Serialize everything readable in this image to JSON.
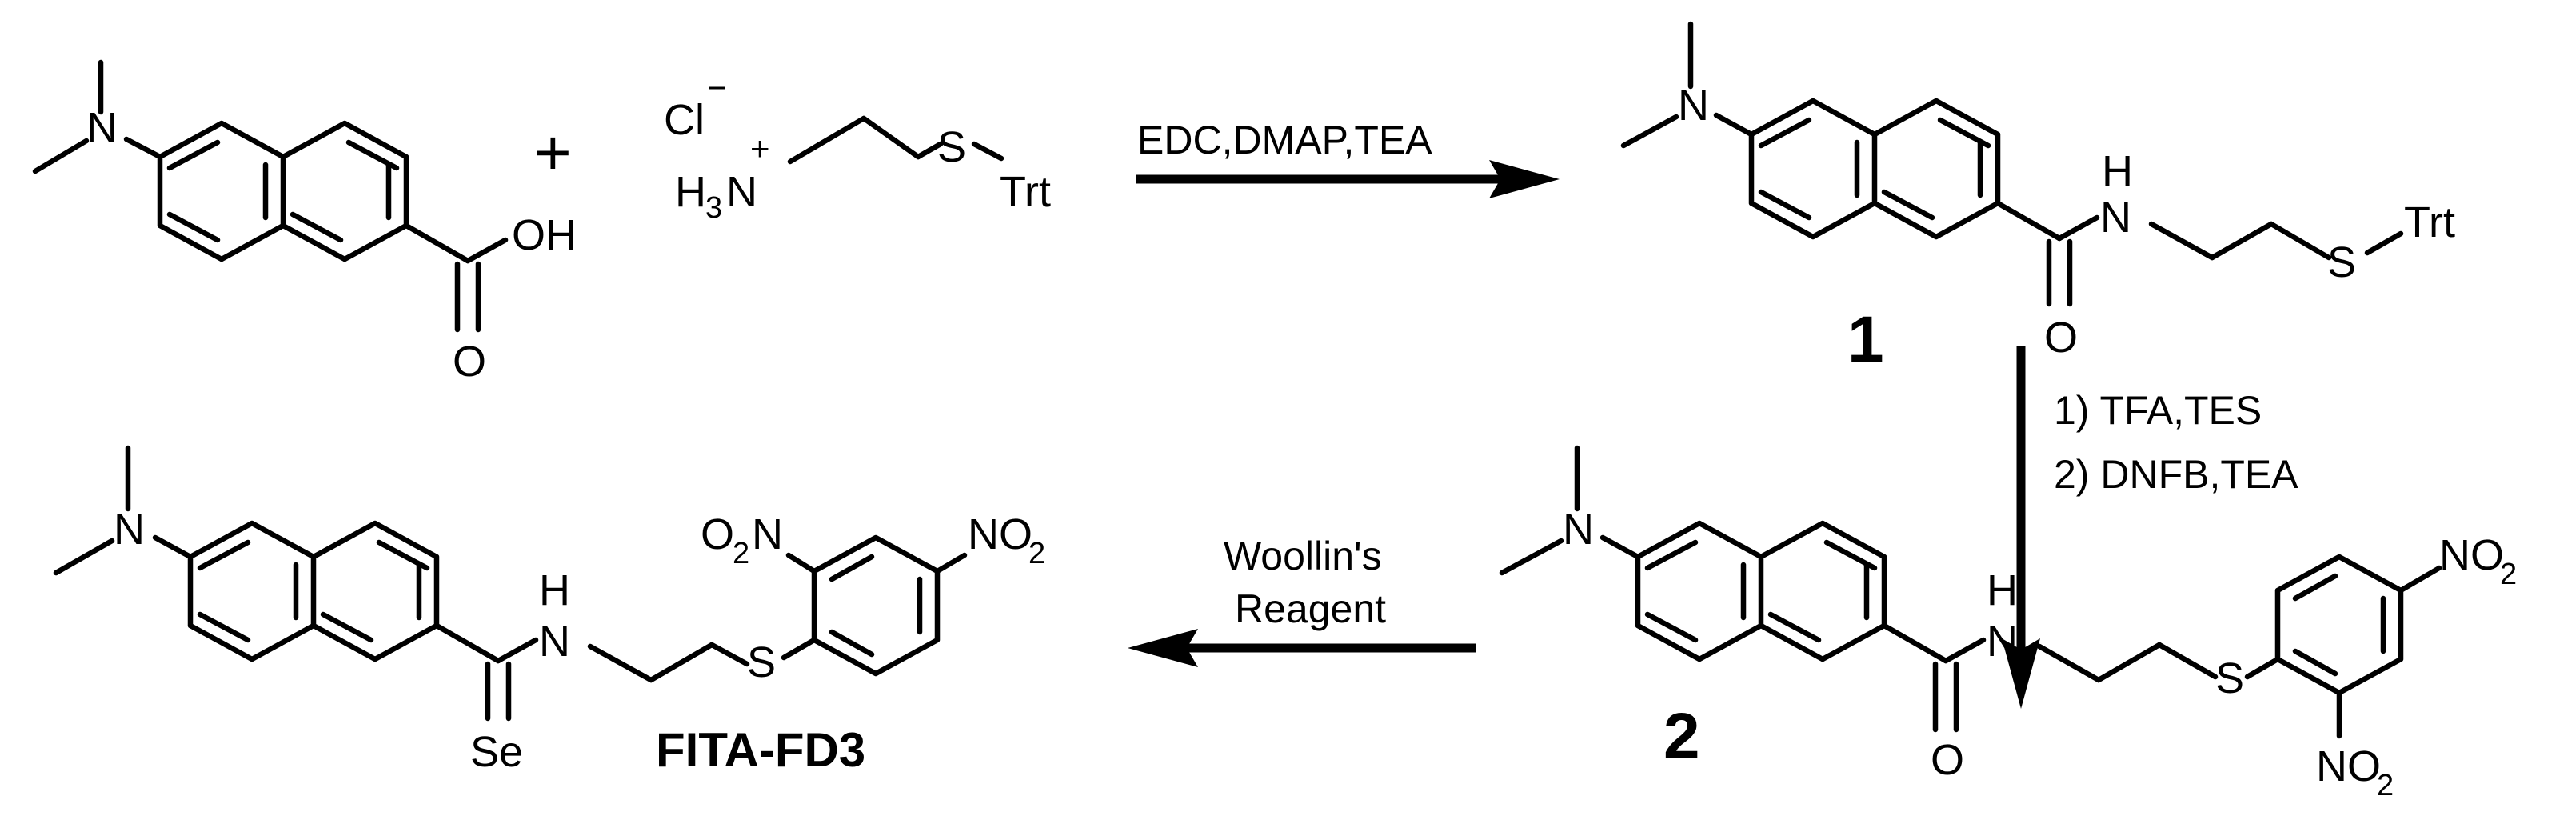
{
  "atoms": {
    "n": "N",
    "o": "O",
    "oh": "OH",
    "s": "S",
    "h": "H",
    "trt": "Trt",
    "se": "Se",
    "cl": "Cl",
    "minus": "−",
    "plus_charge": "+",
    "h3n_h": "H",
    "h3n_sub": "3",
    "h3n_n": "N",
    "no2_n": "NO",
    "no2_sub": "2",
    "o2n_o": "O",
    "o2n_sub": "2",
    "o2n_n": "N"
  },
  "plus_sign": "+",
  "reactions": {
    "step1_reagents": "EDC,DMAP,TEA",
    "step2_line1": "1) TFA,TES",
    "step2_line2": "2) DNFB,TEA",
    "step3_line1": "Woollin's",
    "step3_line2": "Reagent"
  },
  "labels": {
    "compound1": "1",
    "compound2": "2",
    "final": "FITA-FD3"
  }
}
